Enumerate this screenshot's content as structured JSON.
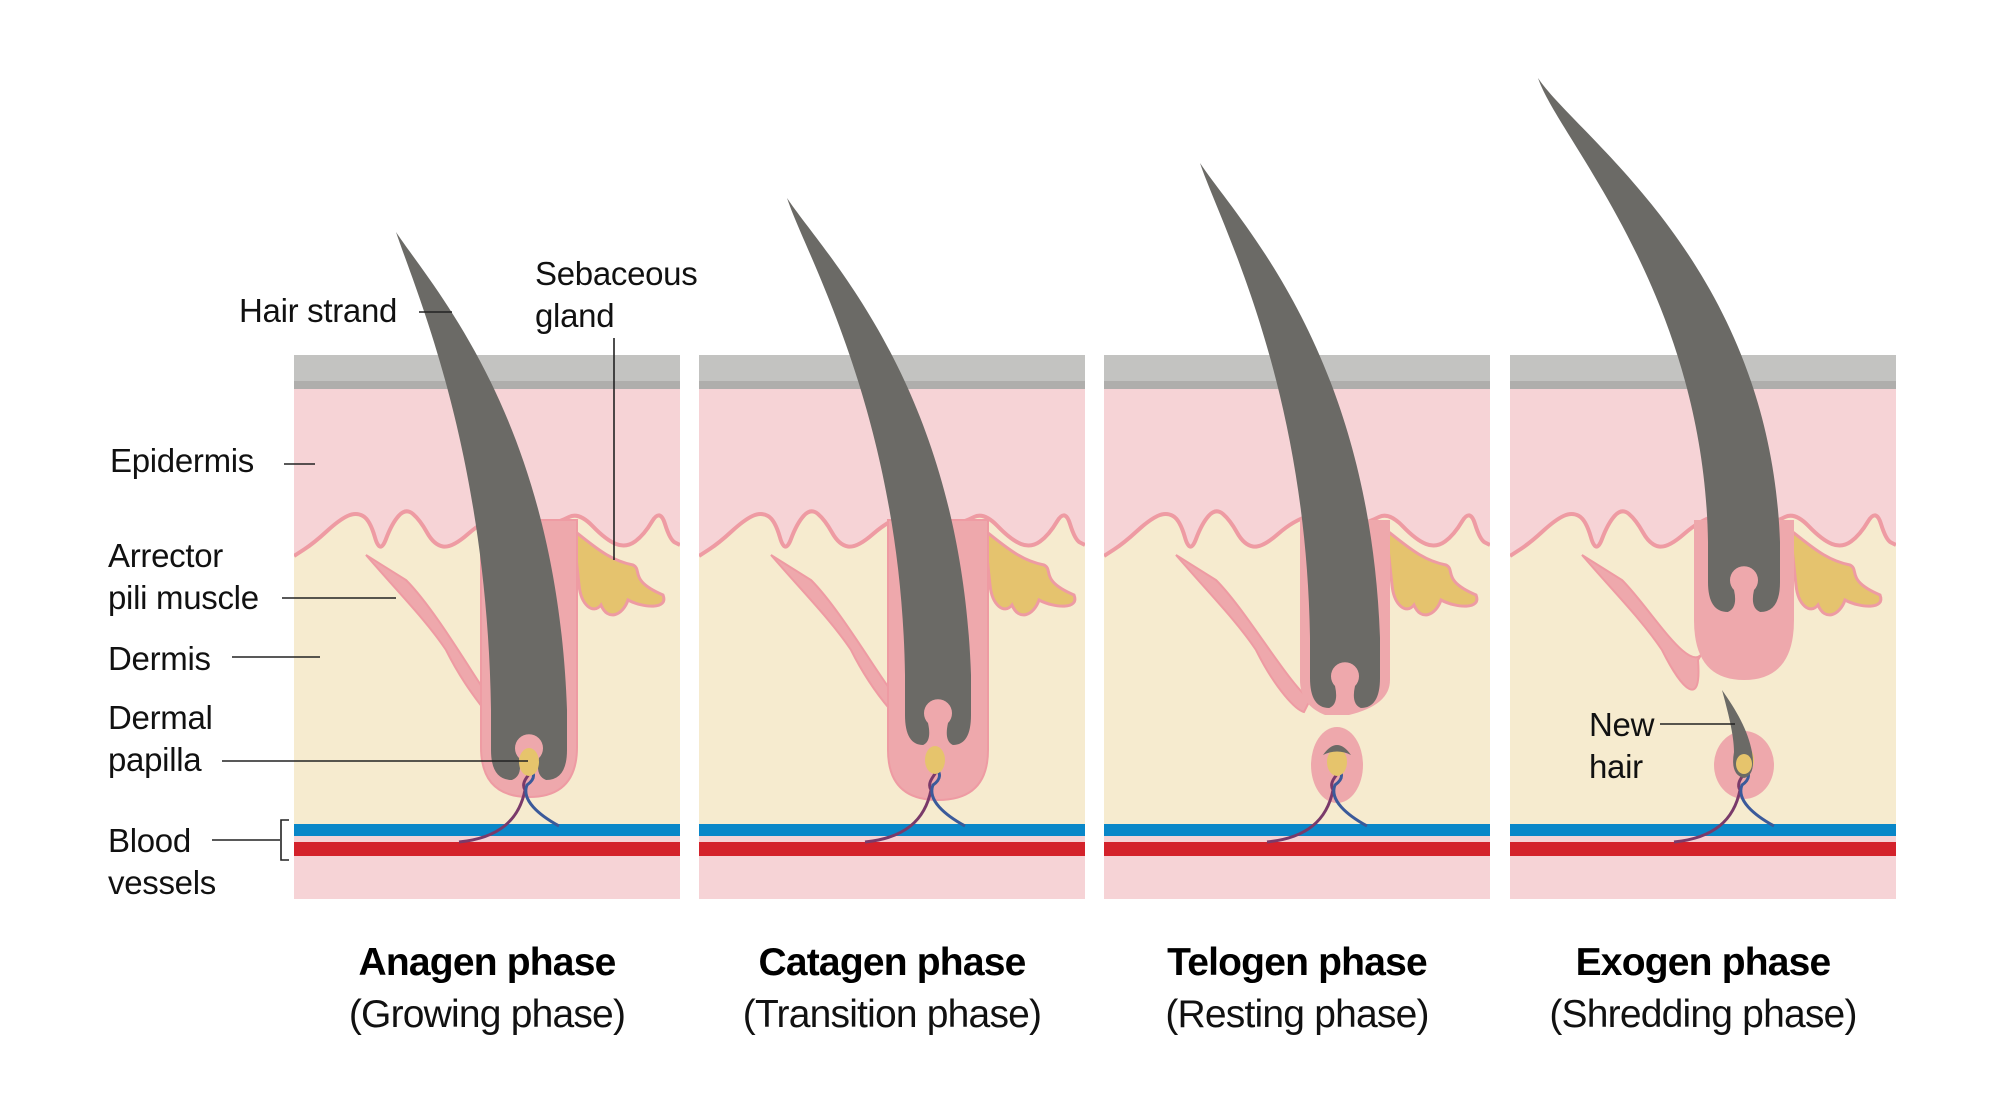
{
  "figure": {
    "subject": "Hair growth cycle",
    "colors": {
      "stratum": "#C3C3C1",
      "stratum_edge": "#AFAEAC",
      "epidermis": "#F6D3D6",
      "dermis": "#F6EBCF",
      "outline": "#EE9BA3",
      "sheath": "#EEA8AC",
      "hair": "#6B6A66",
      "hair_shade": "#5A5955",
      "sebaceous": "#E5C36E",
      "papilla": "#E6C46C",
      "vein": "#0A87C8",
      "artery": "#D4222B",
      "capillary_a": "#7A3A6A",
      "capillary_b": "#3B5A9A"
    }
  },
  "labels": {
    "hair_strand": "Hair strand",
    "sebaceous_1": "Sebaceous",
    "sebaceous_2": "gland",
    "epidermis": "Epidermis",
    "arrector_1": "Arrector",
    "arrector_2": "pili muscle",
    "dermis": "Dermis",
    "dermal_1": "Dermal",
    "dermal_2": "papilla",
    "blood_1": "Blood",
    "blood_2": "vessels",
    "new_1": "New",
    "new_2": "hair"
  },
  "phases": [
    {
      "key": "anagen",
      "title": "Anagen phase",
      "subtitle": "(Growing phase)"
    },
    {
      "key": "catagen",
      "title": "Catagen phase",
      "subtitle": "(Transition phase)"
    },
    {
      "key": "telogen",
      "title": "Telogen phase",
      "subtitle": "(Resting phase)"
    },
    {
      "key": "exogen",
      "title": "Exogen phase",
      "subtitle": "(Shredding phase)"
    }
  ]
}
